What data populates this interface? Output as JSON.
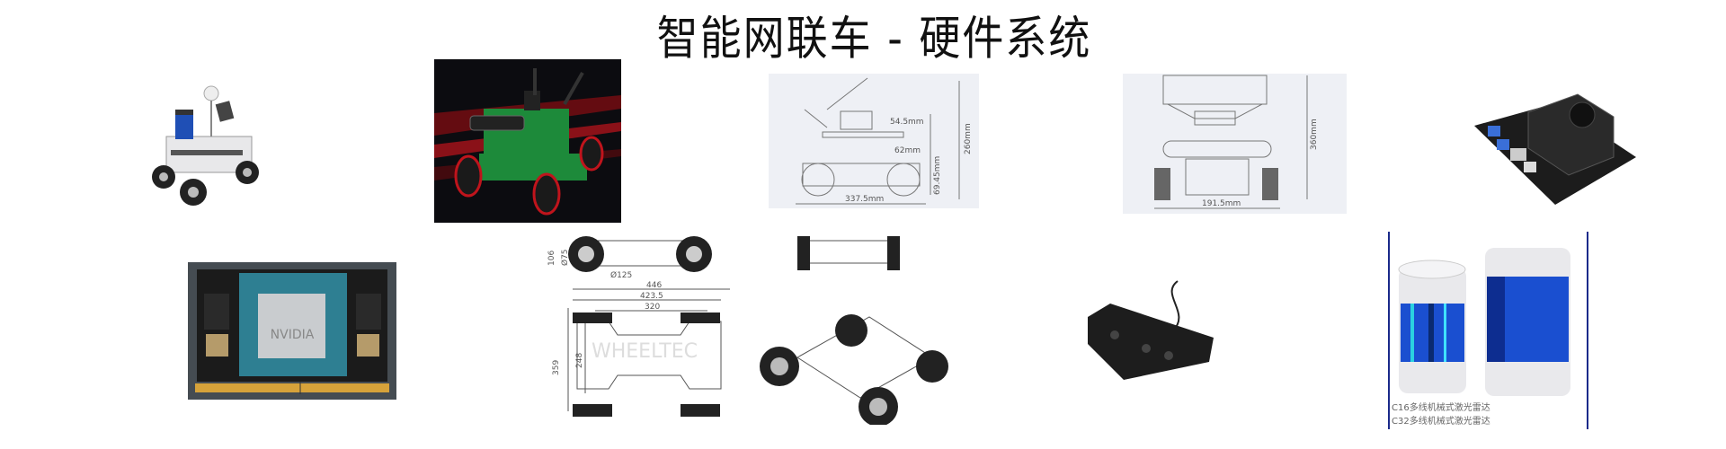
{
  "title": "智能网联车 - 硬件系统",
  "side_drawing": {
    "dims": [
      "54.5mm",
      "62mm",
      "69.45mm",
      "260mm",
      "337.5mm"
    ]
  },
  "front_drawing": {
    "dims": [
      "360mm",
      "191.5mm"
    ]
  },
  "nvidia_module": {
    "logo": "NVIDIA"
  },
  "chassis_drawing": {
    "watermark": "WHEELTEC",
    "dims": [
      "106",
      "Ø75",
      "Ø125",
      "446",
      "423.5",
      "320",
      "359",
      "248"
    ]
  },
  "lidar": {
    "captions": [
      "C16多线机械式激光雷达",
      "C32多线机械式激光雷达"
    ]
  },
  "colors": {
    "lidar_blue": "#1a4fd0",
    "module_teal": "#2e7f92",
    "dark_red": "#c0141c"
  }
}
